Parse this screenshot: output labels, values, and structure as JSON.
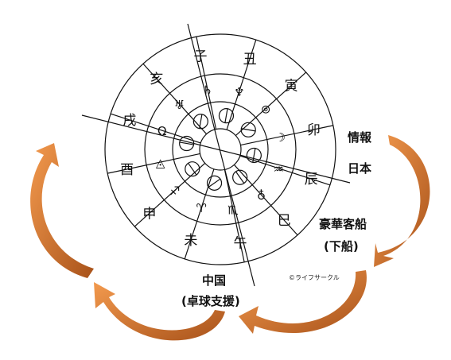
{
  "zodiac": [
    "子",
    "丑",
    "寅",
    "卯",
    "辰",
    "巳",
    "午",
    "未",
    "申",
    "酉",
    "戌",
    "亥"
  ],
  "middle_symbols": [
    "♄",
    "♆",
    "⊚",
    "☽",
    "♒",
    "♁",
    "♏",
    "♈",
    "♐",
    "◬",
    "Ω",
    "♅"
  ],
  "labels": {
    "jouhou": "情報",
    "nihon": "日本",
    "gouka": "豪華客船",
    "gesen": "(下船)",
    "chugoku": "中国",
    "takkyu": "(卓球支援)"
  },
  "copyright": "©ライフサークル",
  "colors": {
    "arrow": "#e8792a",
    "arrow_dark": "#a8521a",
    "line": "#111111"
  }
}
